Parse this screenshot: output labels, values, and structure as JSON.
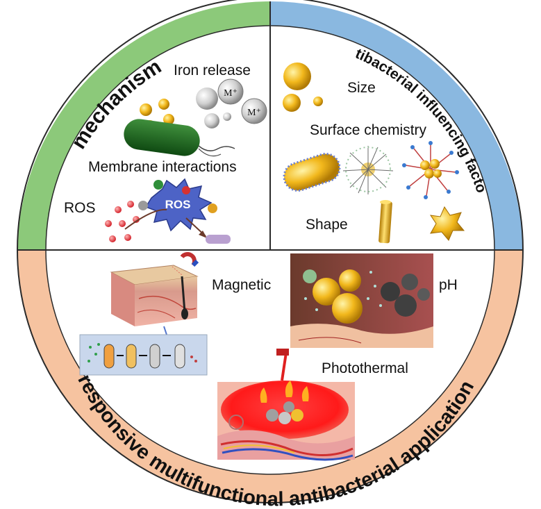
{
  "colors": {
    "mechanism_band": "#8cc97a",
    "factors_band": "#8ab8e0",
    "application_band": "#f6c3a0",
    "outline": "#2a2a2a"
  },
  "ring": {
    "mechanism": "mechanism",
    "factors": "antibacterial  influencing factors",
    "application": "responsive multifunctional antibacterial application"
  },
  "mechanism": {
    "iron_release": "Iron release",
    "membrane": "Membrane interactions",
    "ros": "ROS",
    "ros_burst": "ROS",
    "ion_label": "M⁺"
  },
  "factors": {
    "size": "Size",
    "surface": "Surface chemistry",
    "shape": "Shape"
  },
  "application": {
    "magnetic": "Magnetic",
    "ph": "pH",
    "photothermal": "Photothermal"
  }
}
